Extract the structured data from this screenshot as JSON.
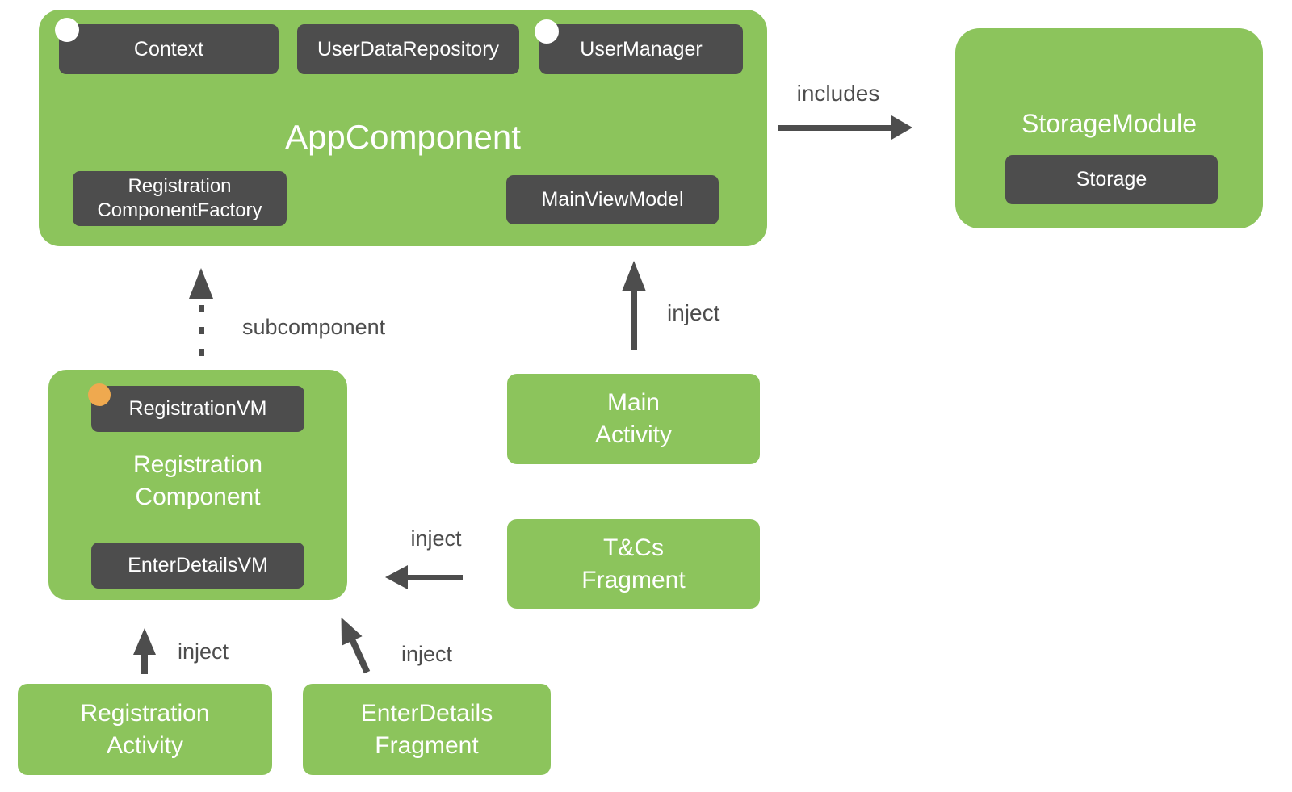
{
  "diagram": {
    "colors": {
      "green": "#8CC45C",
      "dark": "#4D4D4D",
      "gray": "#4D4D4D",
      "scope_white": "#FFFFFF",
      "scope_orange": "#EFA94F"
    },
    "app_component": {
      "title": "AppComponent",
      "provided_top": [
        {
          "label": "Context",
          "scoped": "white"
        },
        {
          "label": "UserDataRepository",
          "scoped": ""
        },
        {
          "label": "UserManager",
          "scoped": "white"
        }
      ],
      "provided_bottom": [
        {
          "label": "Registration\nComponentFactory"
        },
        {
          "label": "MainViewModel"
        }
      ]
    },
    "storage_module": {
      "title": "StorageModule",
      "bindings": [
        {
          "label": "Storage"
        }
      ]
    },
    "registration_component": {
      "title": "Registration\nComponent",
      "bindings": [
        {
          "label": "RegistrationVM",
          "scoped": "orange"
        },
        {
          "label": "EnterDetailsVM",
          "scoped": ""
        }
      ]
    },
    "nodes": {
      "main_activity": "Main\nActivity",
      "tcs_fragment": "T&Cs\nFragment",
      "registration_activity": "Registration\nActivity",
      "enterdetails_fragment": "EnterDetails\nFragment"
    },
    "edges": {
      "includes": "includes",
      "subcomponent": "subcomponent",
      "inject_main": "inject",
      "inject_tcs": "inject",
      "inject_registration": "inject",
      "inject_enterdetails": "inject"
    }
  }
}
